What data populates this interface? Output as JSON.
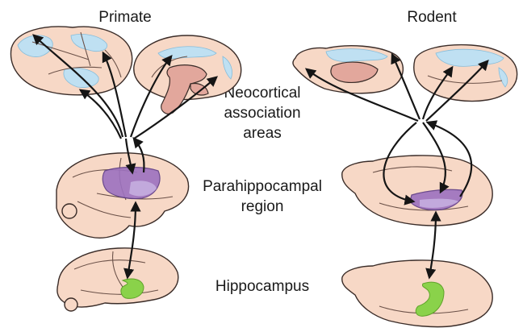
{
  "columns": {
    "primate": "Primate",
    "rodent": "Rodent"
  },
  "regions": {
    "neocortical_line1": "Neocortical",
    "neocortical_line2": "association",
    "neocortical_line3": "areas",
    "parahippocampal_line1": "Parahippocampal",
    "parahippocampal_line2": "region",
    "hippocampus": "Hippocampus"
  },
  "colors": {
    "brain_tissue": "#f7d8c6",
    "neocortex": "#bfe0f2",
    "parahippocampal": "#9d72c0",
    "hippocampus": "#8ad24a",
    "arrows": "#151515"
  }
}
